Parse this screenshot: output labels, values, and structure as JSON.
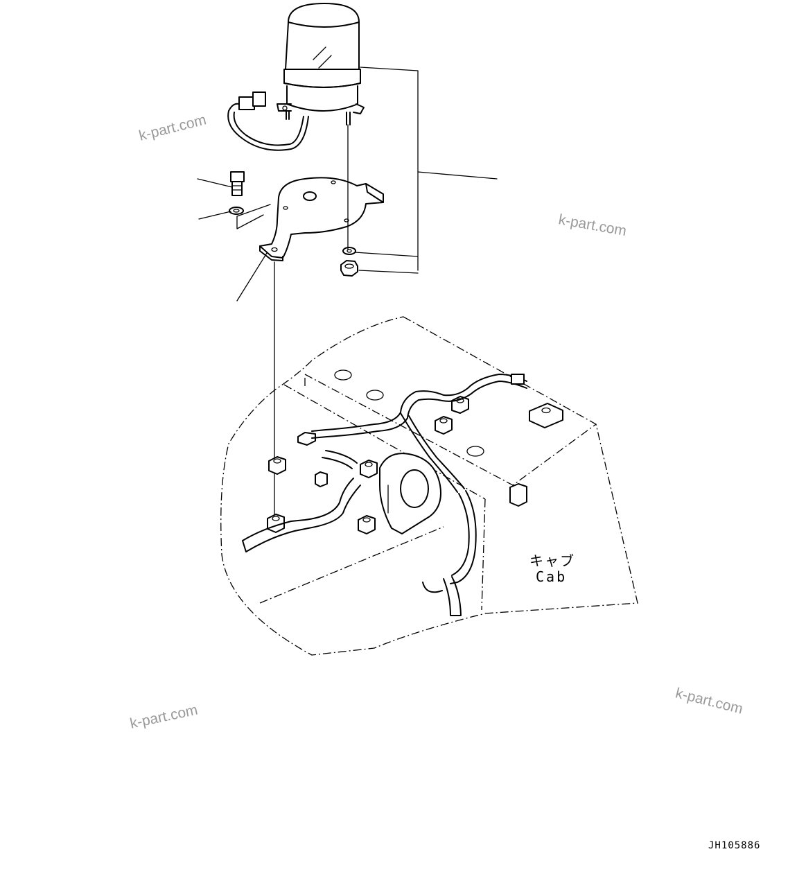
{
  "watermarks": [
    "k-part.com",
    "k-part.com",
    "k-part.com",
    "k-part.com"
  ],
  "labels": {
    "cab_jp": "キャブ",
    "cab_en": "Cab"
  },
  "drawing_number": "JH105886"
}
